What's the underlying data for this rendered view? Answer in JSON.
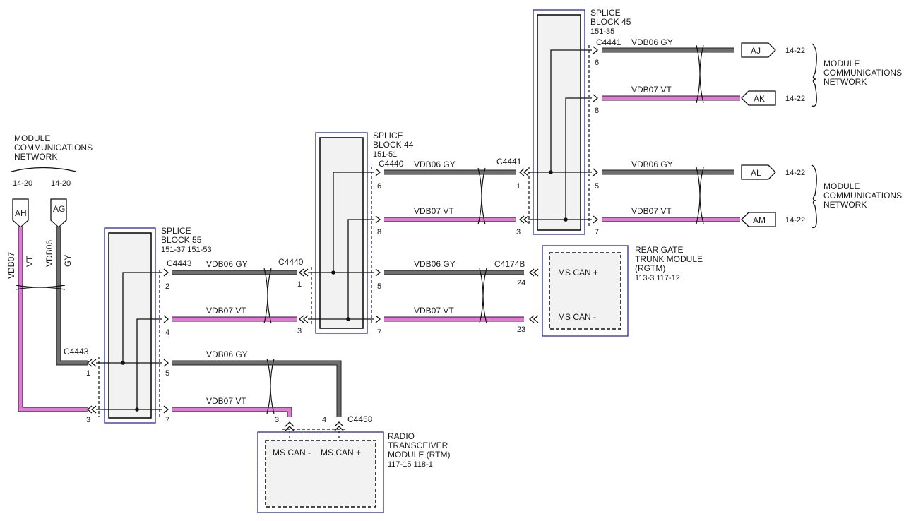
{
  "left_network": {
    "title_lines": [
      "MODULE",
      "COMMUNICATIONS",
      "NETWORK"
    ],
    "ref_left": "14-20",
    "ref_right": "14-20"
  },
  "flags": {
    "AH": "AH",
    "AG": "AG",
    "AJ": "AJ",
    "AK": "AK",
    "AL": "AL",
    "AM": "AM"
  },
  "left_wires": {
    "vt_name": "VDB07",
    "vt_color": "VT",
    "gy_name": "VDB06",
    "gy_color": "GY"
  },
  "splice55": {
    "lines": [
      "SPLICE",
      "BLOCK 55",
      "151-37  151-53"
    ]
  },
  "splice44": {
    "lines": [
      "SPLICE",
      "BLOCK 44",
      "151-51"
    ]
  },
  "splice45": {
    "lines": [
      "SPLICE",
      "BLOCK 45",
      "151-35"
    ]
  },
  "connectors": {
    "c4443_left": "C4443",
    "c4443_right": "C4443",
    "c4440_left": "C4440",
    "c4440_right": "C4440",
    "c4441_left": "C4441",
    "c4441_right": "C4441",
    "c4174b": "C4174B",
    "c4458": "C4458"
  },
  "wire_labels": {
    "gy": "VDB06   GY",
    "vt": "VDB07   VT"
  },
  "pins": {
    "p1a": "1",
    "p3a": "3",
    "p2": "2",
    "p4": "4",
    "p5a": "5",
    "p7a": "7",
    "p1b": "1",
    "p3b": "3",
    "p6": "6",
    "p8": "8",
    "p5b": "5",
    "p7b": "7",
    "p1c": "1",
    "p3c": "3",
    "p24": "24",
    "p23": "23",
    "p6d": "6",
    "p8d": "8",
    "p5d": "5",
    "p7d": "7",
    "rtm3": "3",
    "rtm4": "4"
  },
  "right_refs": {
    "aj": "14-22",
    "ak": "14-22",
    "al": "14-22",
    "am": "14-22"
  },
  "right_network_top": [
    "MODULE",
    "COMMUNICATIONS",
    "NETWORK"
  ],
  "right_network_bottom": [
    "MODULE",
    "COMMUNICATIONS",
    "NETWORK"
  ],
  "rgtm": {
    "lines": [
      "REAR GATE",
      "TRUNK MODULE",
      "(RGTM)",
      "113-3     117-12"
    ],
    "pin_plus": "MS CAN +",
    "pin_minus": "MS CAN -"
  },
  "rtm": {
    "lines": [
      "RADIO",
      "TRANSCEIVER",
      "MODULE (RTM)",
      "117-15 118-1"
    ],
    "pin_minus": "MS CAN -",
    "pin_plus": "MS CAN +"
  }
}
